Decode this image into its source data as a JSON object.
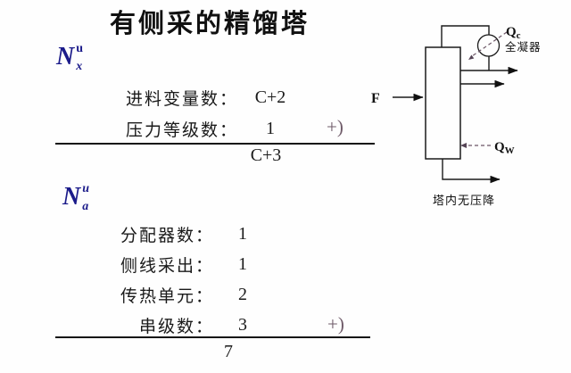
{
  "title": "有侧采的精馏塔",
  "nx_block": {
    "symbol": {
      "base": "N",
      "sup": "u",
      "sub": "x"
    },
    "rows": [
      {
        "label": "进料变量数：",
        "value": "C+2"
      },
      {
        "label": "压力等级数：",
        "value": "1"
      }
    ],
    "plus": "+)",
    "total": "C+3"
  },
  "na_block": {
    "symbol": {
      "base": "N",
      "sup": "u",
      "sub": "a"
    },
    "rows": [
      {
        "label": "分配器数：",
        "value": "1"
      },
      {
        "label": "侧线采出：",
        "value": "1"
      },
      {
        "label": "传热单元：",
        "value": "2"
      },
      {
        "label": "串级数：",
        "value": "3"
      }
    ],
    "plus": "+)",
    "total": "7"
  },
  "diagram": {
    "feed_label": "F",
    "qc": {
      "base": "Q",
      "sub": "c"
    },
    "condenser_label": "全凝器",
    "qw": {
      "base": "Q",
      "sub": "W"
    },
    "caption": "塔内无压降"
  },
  "colors": {
    "symbol_navy": "#1b1b8a",
    "plus_sign": "#6e5a68",
    "dashed_arrow": "#6b5565",
    "line_black": "#141414"
  }
}
